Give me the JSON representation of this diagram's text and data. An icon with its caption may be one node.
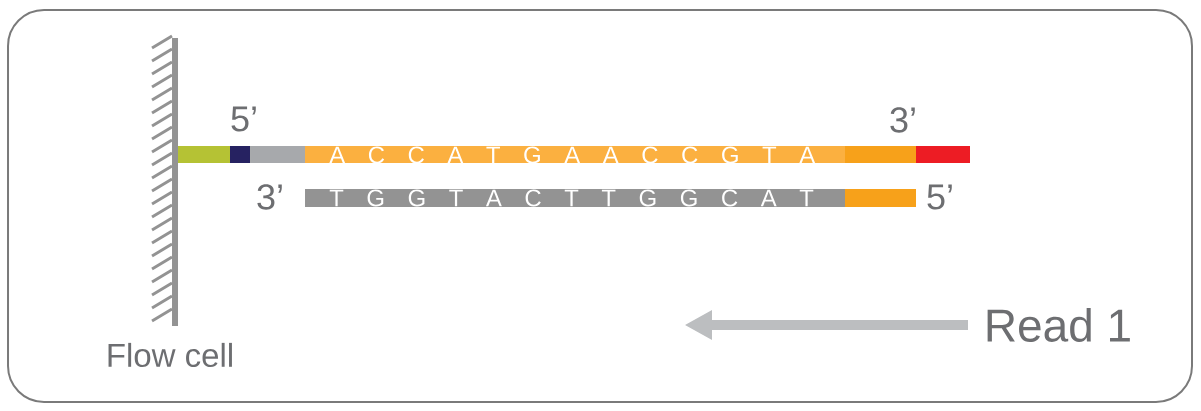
{
  "diagram": {
    "labels": [
      "5’",
      "3’",
      "A C C A T G A A C C G T A",
      "3’",
      "T G G T A C T T G G C A T",
      "5’",
      "Read 1",
      "Flow cell"
    ]
  }
}
